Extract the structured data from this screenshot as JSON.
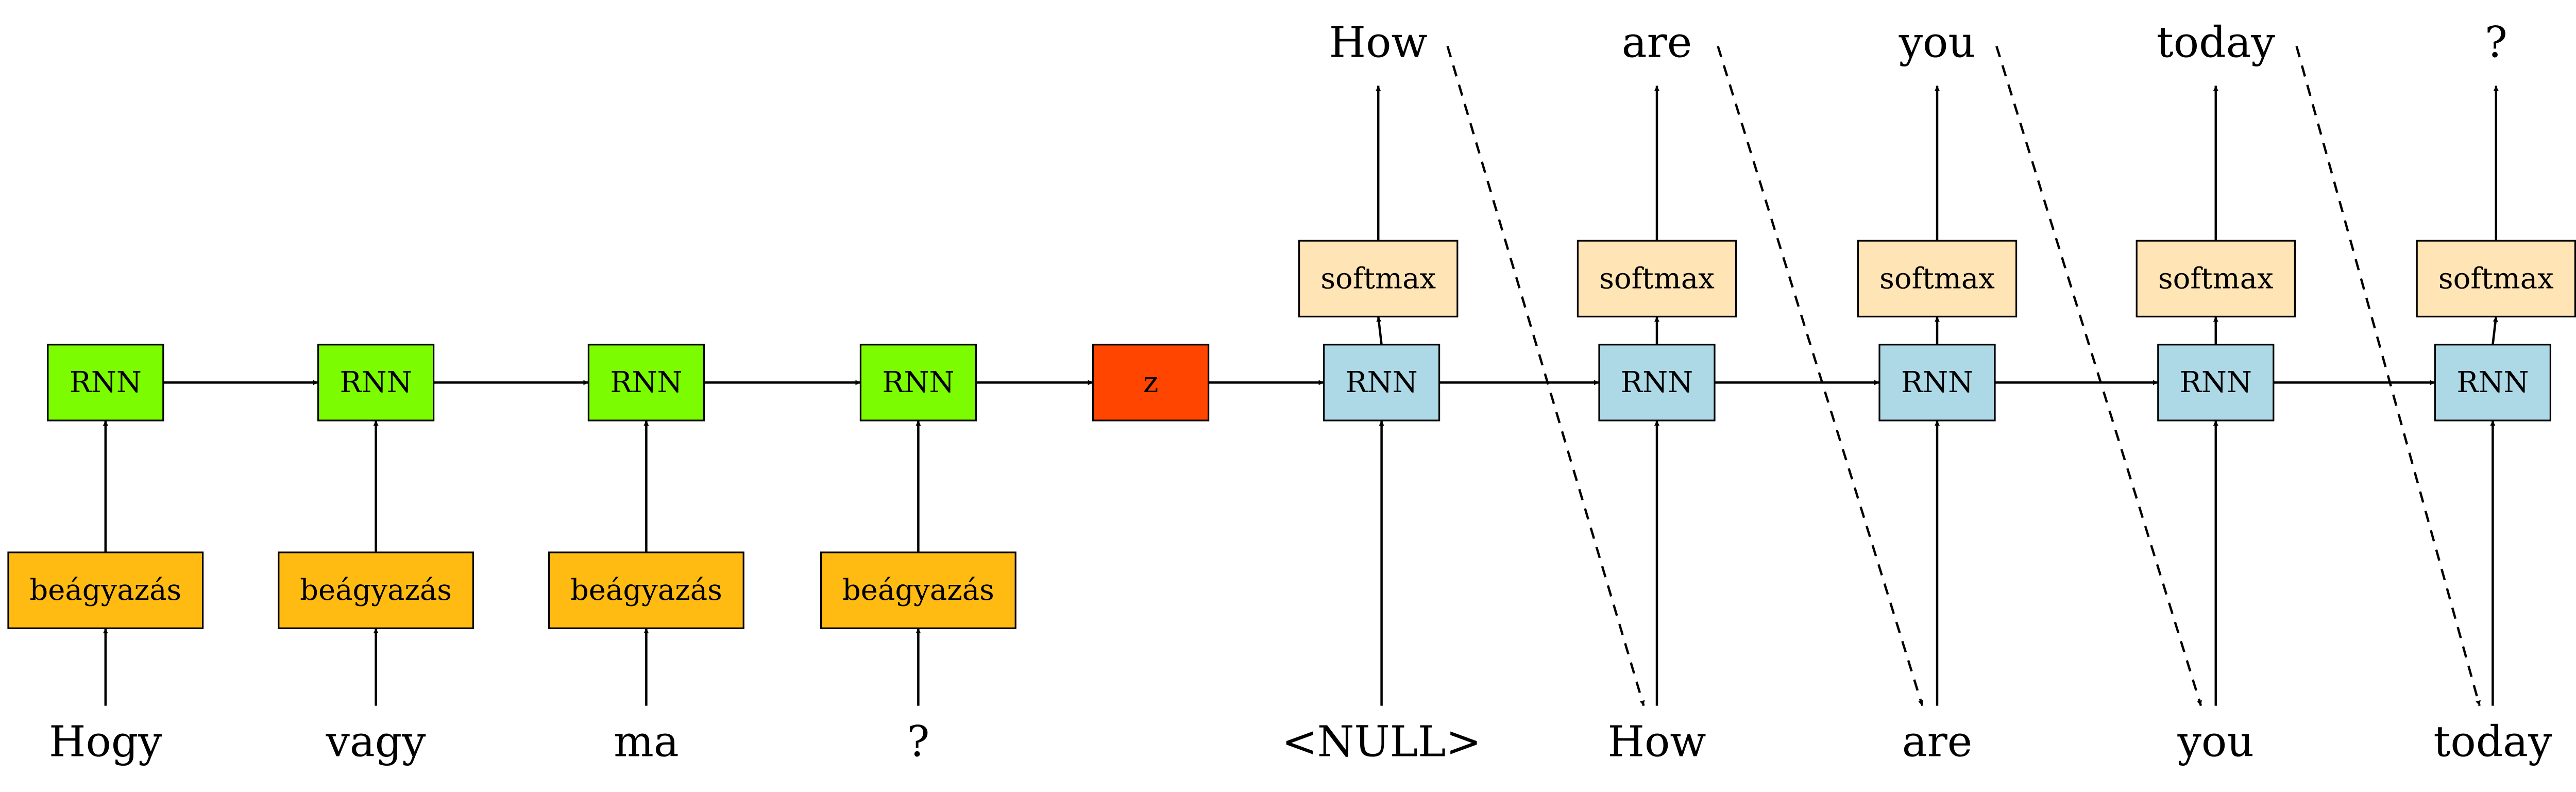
{
  "colors": {
    "encoder_rnn": "#7cfc00",
    "embedding": "#ffbb11",
    "z": "#ff4500",
    "decoder_rnn": "#add8e6",
    "softmax": "#ffe4b5"
  },
  "labels": {
    "rnn": "RNN",
    "embedding": "beágyazás",
    "z": "z",
    "softmax": "softmax"
  },
  "encoder": {
    "inputs": [
      "Hogy",
      "vagy",
      "ma",
      "?"
    ]
  },
  "decoder": {
    "inputs": [
      "<NULL>",
      "How",
      "are",
      "you",
      "today"
    ],
    "outputs": [
      "How",
      "are",
      "you",
      "today",
      "?"
    ]
  }
}
